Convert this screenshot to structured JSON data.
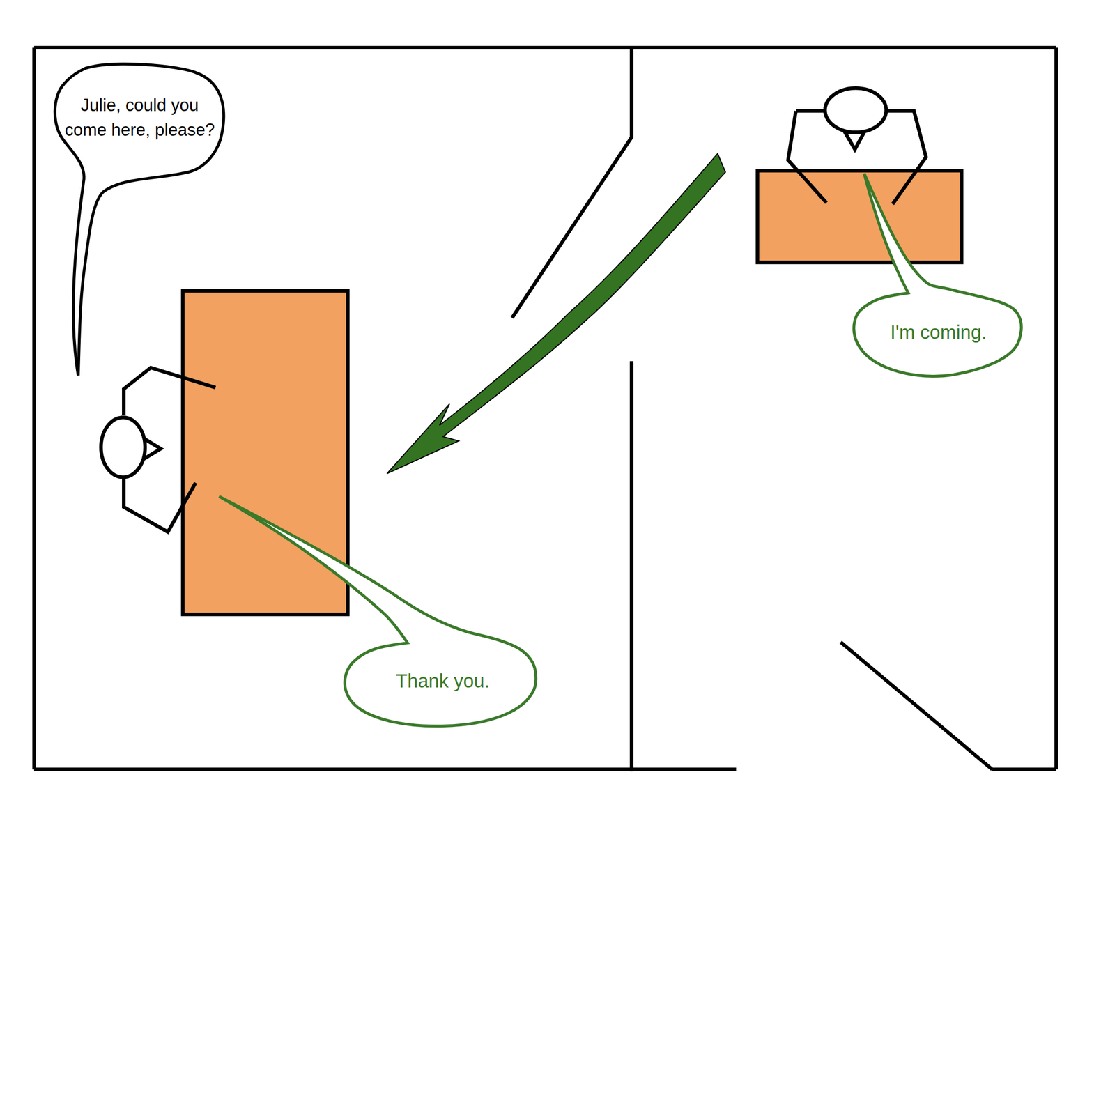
{
  "diagram": {
    "nodes": [
      {
        "text": [
          "Julie, could you come here, please?"
        ]
      },
      {
        "text": [
          "I'm coming."
        ]
      },
      {
        "text": [
          "Thank you."
        ]
      }
    ]
  }
}
